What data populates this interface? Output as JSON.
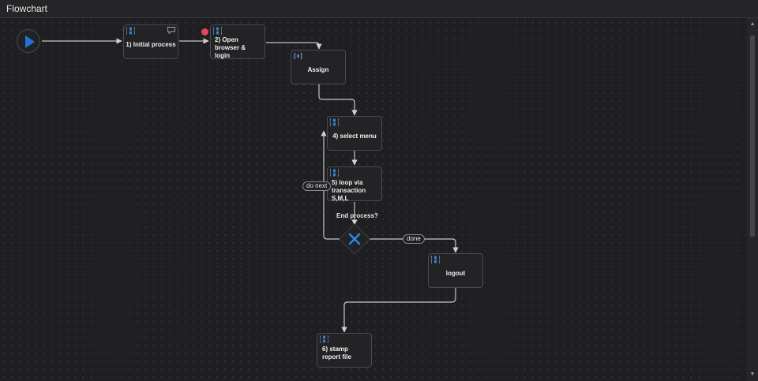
{
  "header": {
    "title": "Flowchart"
  },
  "colors": {
    "accent": "#1f74d6",
    "breakpoint": "#e0485c",
    "wire": "#c8c8c8",
    "node_border": "#4a4a4f",
    "background": "#1f1f22"
  },
  "start": {
    "icon": "play-icon"
  },
  "nodes": [
    {
      "id": "n1",
      "label": "1) Initial process",
      "icon": "sequence-icon",
      "has_comment": true
    },
    {
      "id": "n2",
      "label": "2) Open browser & login",
      "icon": "sequence-icon",
      "has_breakpoint": true
    },
    {
      "id": "n3",
      "label": "Assign",
      "icon": "assign-icon"
    },
    {
      "id": "n4",
      "label": "4) select menu",
      "icon": "sequence-icon"
    },
    {
      "id": "n5",
      "label": "5) loop via transaction S,M,L",
      "icon": "sequence-icon"
    },
    {
      "id": "n6",
      "label": "logout",
      "icon": "sequence-icon"
    },
    {
      "id": "n7",
      "label": "6) stamp report file",
      "icon": "sequence-icon"
    }
  ],
  "decision": {
    "label": "End process?",
    "icon": "flow-decision-icon"
  },
  "edge_labels": {
    "do_next": "do next",
    "done": "done"
  },
  "scroll_icons": {
    "up": "▲",
    "down": "▼"
  }
}
